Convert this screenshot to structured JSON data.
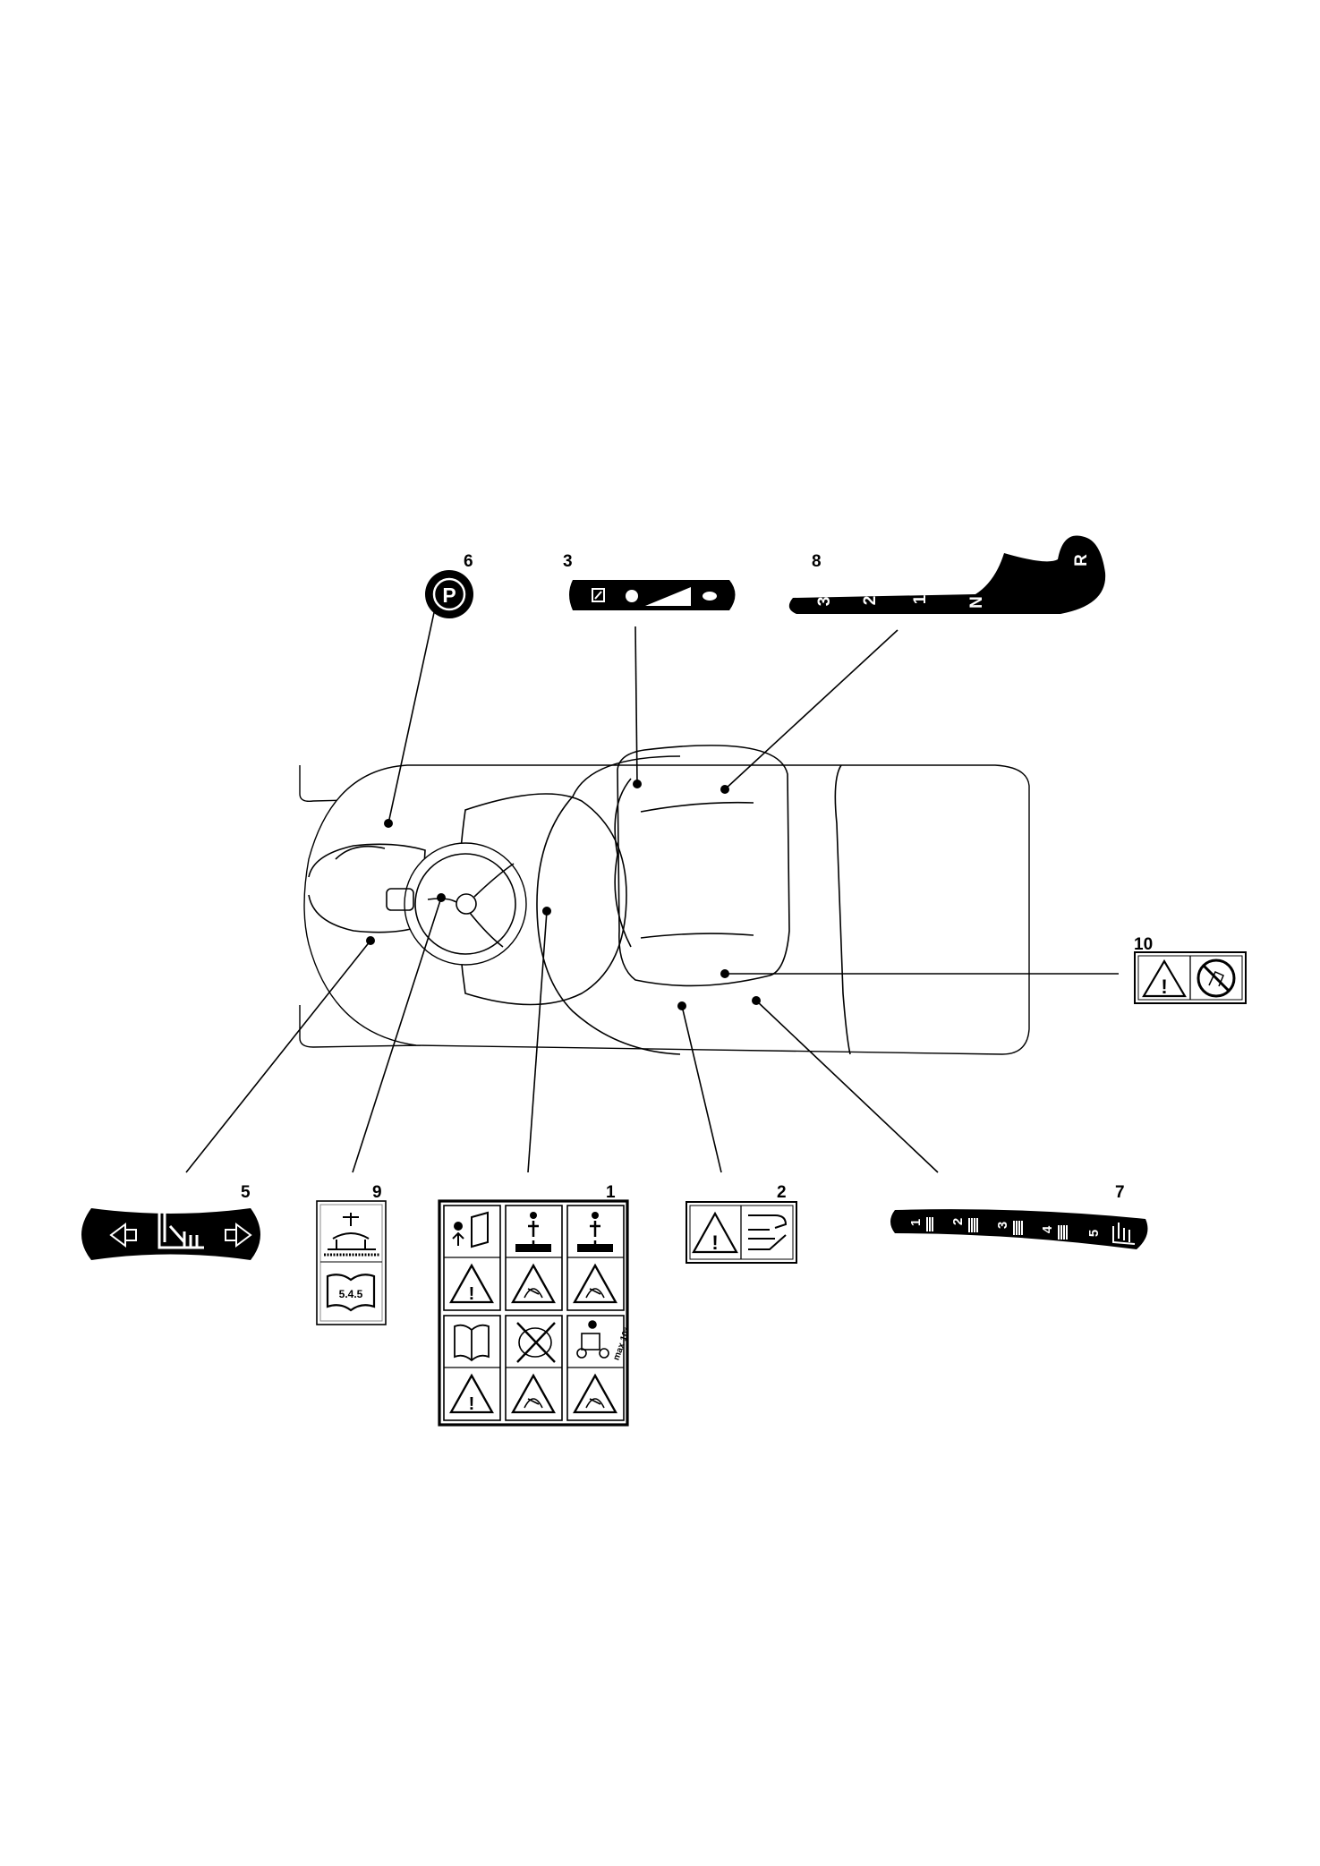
{
  "callouts": {
    "c1": "1",
    "c2": "2",
    "c3": "3",
    "c5": "5",
    "c6": "6",
    "c7": "7",
    "c8": "8",
    "c9": "9",
    "c10": "10"
  },
  "decals": {
    "parking": {
      "letter": "P"
    },
    "gear_selector": {
      "positions": [
        "3",
        "2",
        "1",
        "N",
        "R"
      ]
    },
    "height_scale": {
      "positions": [
        "1",
        "2",
        "3",
        "4",
        "5"
      ]
    },
    "manual_ref": {
      "section": "5.4.5"
    },
    "safety_grid": {
      "slope_text": "max 10°"
    },
    "warning": {
      "symbol": "!"
    }
  },
  "colors": {
    "ink": "#000000",
    "paper": "#ffffff",
    "panel_grey": "#f2f2f2"
  },
  "icons": [
    "parking-brake-icon",
    "throttle-rabbit-turtle-icon",
    "gear-selector-icon",
    "warning-triangle-icon",
    "open-book-icon",
    "no-hands-icon",
    "mower-deck-icon",
    "arrow-left-icon",
    "arrow-right-icon"
  ]
}
